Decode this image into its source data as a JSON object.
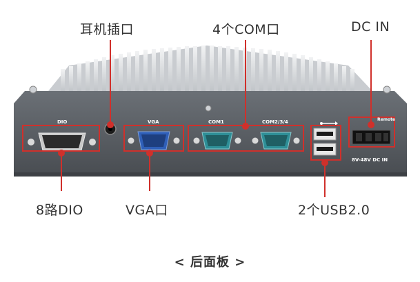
{
  "callouts": {
    "headphone": "耳机插口",
    "com4": "4个COM口",
    "dc_in": "DC IN",
    "dio8": "8路DIO",
    "vga": "VGA口",
    "usb2": "2个USB2.0"
  },
  "panel_labels": {
    "dio": "DIO",
    "vga": "VGA",
    "com1": "COM1",
    "com234": "COM2/3/4",
    "remote": "Remote",
    "power_range": "8V-48V DC IN"
  },
  "caption": "< 后面板 >",
  "colors": {
    "accent_red": "#d0302b",
    "chassis": "#555a60",
    "heatsink": "#d8dadd",
    "vga_blue": "#2f5fb8",
    "com_teal": "#2e8f97"
  }
}
